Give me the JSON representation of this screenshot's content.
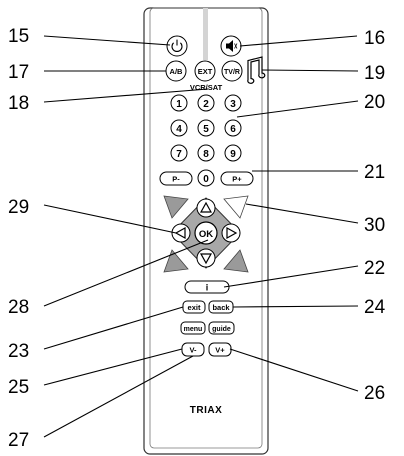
{
  "remote": {
    "brand": "TRIAX",
    "source_label": "VCR/SAT",
    "buttons": {
      "power": "",
      "mute": "",
      "ab": "A/B",
      "ext": "EXT",
      "tvr": "TV/R",
      "num1": "1",
      "num2": "2",
      "num3": "3",
      "num4": "4",
      "num5": "5",
      "num6": "6",
      "num7": "7",
      "num8": "8",
      "num9": "9",
      "num0": "0",
      "p_minus": "P-",
      "p_plus": "P+",
      "ok": "OK",
      "info": "i",
      "exit": "exit",
      "back": "back",
      "menu": "menu",
      "guide": "guide",
      "v_minus": "V-",
      "v_plus": "V+"
    }
  },
  "callouts": {
    "c15": "15",
    "c16": "16",
    "c17": "17",
    "c18": "18",
    "c19": "19",
    "c20": "20",
    "c21": "21",
    "c22": "22",
    "c23": "23",
    "c24": "24",
    "c25": "25",
    "c26": "26",
    "c27": "27",
    "c28": "28",
    "c29": "29",
    "c30": "30"
  }
}
